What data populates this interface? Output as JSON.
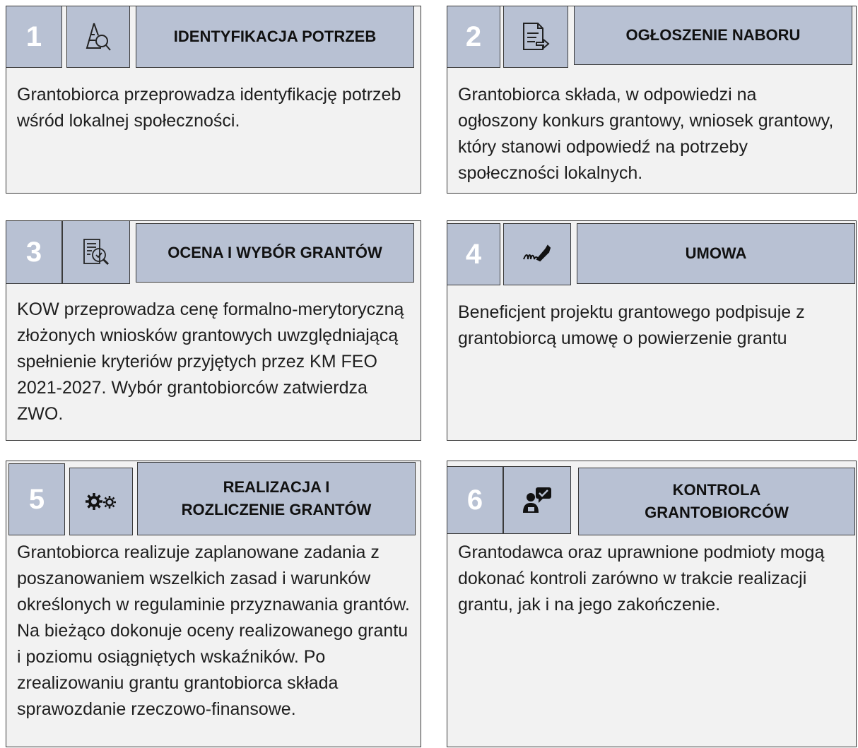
{
  "steps": [
    {
      "number": "1",
      "icon": "search-analysis-icon",
      "title": "IDENTYFIKACJA POTRZEB",
      "text": "Grantobiorca przeprowadza identyfikację potrzeb wśród lokalnej społeczności."
    },
    {
      "number": "2",
      "icon": "document-export-icon",
      "title": "OGŁOSZENIE NABORU",
      "text": "Grantobiorca składa, w odpowiedzi na ogłoszony konkurs grantowy, wniosek grantowy, który stanowi odpowiedź na potrzeby społeczności lokalnych."
    },
    {
      "number": "3",
      "icon": "document-review-icon",
      "title": "OCENA I WYBÓR GRANTÓW",
      "text": "KOW przeprowadza cenę formalno-merytoryczną złożonych wniosków grantowych uwzględniającą spełnienie kryteriów przyjętych przez KM FEO 2021-2027. Wybór grantobiorców zatwierdza ZWO."
    },
    {
      "number": "4",
      "icon": "signature-pen-icon",
      "title": "UMOWA",
      "text": "Beneficjent projektu grantowego podpisuje z grantobiorcą umowę o powierzenie grantu"
    },
    {
      "number": "5",
      "icon": "gears-icon",
      "title": "REALIZACJA  I ROZLICZENIE GRANTÓW",
      "text": "Grantobiorca realizuje zaplanowane zadania z poszanowaniem wszelkich zasad i warunków określonych w regulaminie przyznawania grantów. Na bieżąco dokonuje oceny realizowanego grantu i poziomu osiągniętych wskaźników. Po zrealizowaniu grantu grantobiorca składa sprawozdanie rzeczowo-finansowe."
    },
    {
      "number": "6",
      "icon": "person-chat-icon",
      "title": "KONTROLA GRANTOBIORCÓW",
      "text": "Grantodawca oraz uprawnione podmioty mogą dokonać kontroli zarówno w trakcie realizacji grantu, jak i na jego zakończenie."
    }
  ]
}
